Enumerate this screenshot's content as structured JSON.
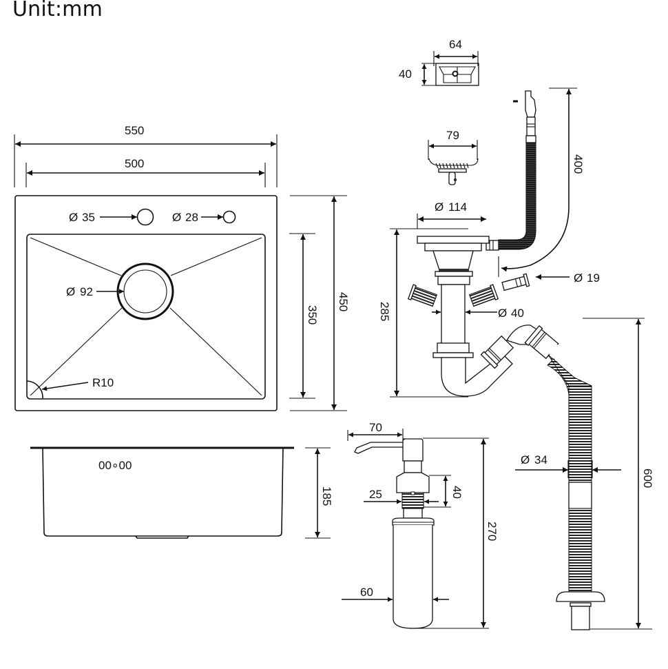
{
  "unit_label": "Unit:mm",
  "sink_top_view": {
    "overall_width": "550",
    "bowl_width": "500",
    "overall_depth": "450",
    "bowl_depth": "350",
    "faucet_hole": "Ø35",
    "faucet_hole_symbol": "Ø",
    "faucet_hole_value": "35",
    "dispenser_hole_symbol": "Ø",
    "dispenser_hole_value": "28",
    "drain_hole_symbol": "Ø",
    "drain_hole_value": "92",
    "corner_radius": "R10"
  },
  "sink_side_view": {
    "bowl_height": "185",
    "overflow_marking": "00∘00"
  },
  "overflow_cover": {
    "width": "64",
    "height": "40"
  },
  "basket_strainer": {
    "width": "79"
  },
  "overflow_hose": {
    "length": "400"
  },
  "drain_assembly": {
    "flange_symbol": "Ø",
    "flange_value": "114",
    "height": "285",
    "pipe_symbol": "Ø",
    "pipe_value": "40",
    "inlet_symbol": "Ø",
    "inlet_value": "19"
  },
  "drain_hose": {
    "diameter_symbol": "Ø",
    "diameter_value": "34",
    "length": "600"
  },
  "soap_dispenser": {
    "spout_reach": "70",
    "thread_diameter": "25",
    "thread_length": "40",
    "total_height": "270",
    "bottle_diameter": "60"
  }
}
